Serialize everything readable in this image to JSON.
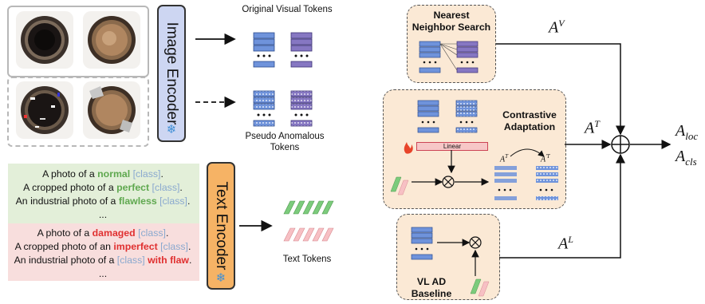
{
  "image_encoder": {
    "label": "Image Encoder",
    "icon": "snowflake-icon"
  },
  "text_encoder": {
    "label": "Text Encoder",
    "icon": "snowflake-icon"
  },
  "original_tokens_label": "Original Visual Tokens",
  "pseudo_tokens_label": "Pseudo Anomalous Tokens",
  "text_tokens_label": "Text Tokens",
  "normal_prompts": [
    {
      "pre": "A photo of a ",
      "adj": "normal",
      "post": "",
      "cls": "[class]",
      "end": "."
    },
    {
      "pre": "A cropped photo of a ",
      "adj": "perfect",
      "post": "",
      "cls": "[class]",
      "end": "."
    },
    {
      "pre": "An industrial photo of a ",
      "adj": "flawless",
      "post": "",
      "cls": "[class]",
      "end": "."
    }
  ],
  "anomal_prompts": [
    {
      "pre": "A photo of a ",
      "adj": "damaged",
      "cls": "[class]",
      "end": "."
    },
    {
      "pre": "A cropped photo of an ",
      "adj": "imperfect",
      "cls": "[class]",
      "end": "."
    },
    {
      "pre": "An industrial photo of a ",
      "cls": "[class]",
      "adj": "with flaw",
      "end": "."
    }
  ],
  "ellipsis": "...",
  "nns_title": "Nearest Neighbor Search",
  "ca_title": "Contrastive Adaptation",
  "linear_label": "Linear",
  "vl_title": "VL AD Baseline",
  "a_v": {
    "base": "A",
    "sup": "V"
  },
  "a_t": {
    "base": "A",
    "sup": "T"
  },
  "a_l": {
    "base": "A",
    "sup": "L"
  },
  "a_t_small": {
    "base": "A",
    "sup": "T"
  },
  "a_t_prime": {
    "base": "A",
    "sup": "′T"
  },
  "a_loc": {
    "base": "A",
    "sub": "loc"
  },
  "a_cls": {
    "base": "A",
    "sub": "cls"
  },
  "colors": {
    "token_blue": "#6f93db",
    "token_purple": "#8677c2",
    "encoder_blue": "#cdd6f2",
    "encoder_orange": "#f6b365",
    "normal_bg": "#e3efd9",
    "anomal_bg": "#f8dedd",
    "panel_bg": "#fbe9d5",
    "text_green": "#7ccb7c",
    "text_pink": "#f7c0c4"
  }
}
